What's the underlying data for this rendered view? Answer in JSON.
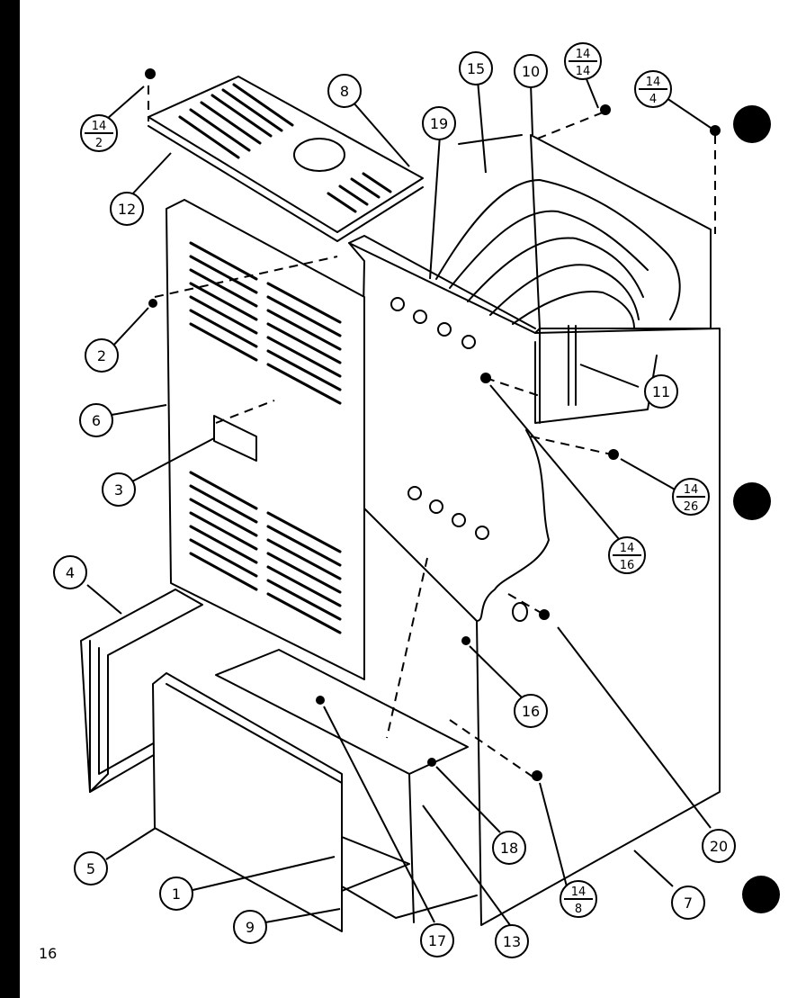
{
  "page_number": "16",
  "parts": [
    {
      "id": "1",
      "label": "1"
    },
    {
      "id": "2",
      "label": "2"
    },
    {
      "id": "3",
      "label": "3"
    },
    {
      "id": "4",
      "label": "4"
    },
    {
      "id": "5",
      "label": "5"
    },
    {
      "id": "6",
      "label": "6"
    },
    {
      "id": "7",
      "label": "7"
    },
    {
      "id": "8",
      "label": "8"
    },
    {
      "id": "9",
      "label": "9"
    },
    {
      "id": "10",
      "label": "10"
    },
    {
      "id": "11",
      "label": "11"
    },
    {
      "id": "12",
      "label": "12"
    },
    {
      "id": "13",
      "label": "13"
    },
    {
      "id": "15",
      "label": "15"
    },
    {
      "id": "16",
      "label": "16"
    },
    {
      "id": "17",
      "label": "17"
    },
    {
      "id": "18",
      "label": "18"
    },
    {
      "id": "19",
      "label": "19"
    },
    {
      "id": "20",
      "label": "20"
    }
  ],
  "fastener_refs": [
    {
      "id": "14-2",
      "top": "14",
      "bottom": "2"
    },
    {
      "id": "14-14",
      "top": "14",
      "bottom": "14"
    },
    {
      "id": "14-4",
      "top": "14",
      "bottom": "4"
    },
    {
      "id": "14-26",
      "top": "14",
      "bottom": "26"
    },
    {
      "id": "14-16",
      "top": "14",
      "bottom": "16"
    },
    {
      "id": "14-8",
      "top": "14",
      "bottom": "8"
    }
  ],
  "colors": {
    "sheet": "#ffffff",
    "ink": "#000000",
    "background": "#000000"
  }
}
